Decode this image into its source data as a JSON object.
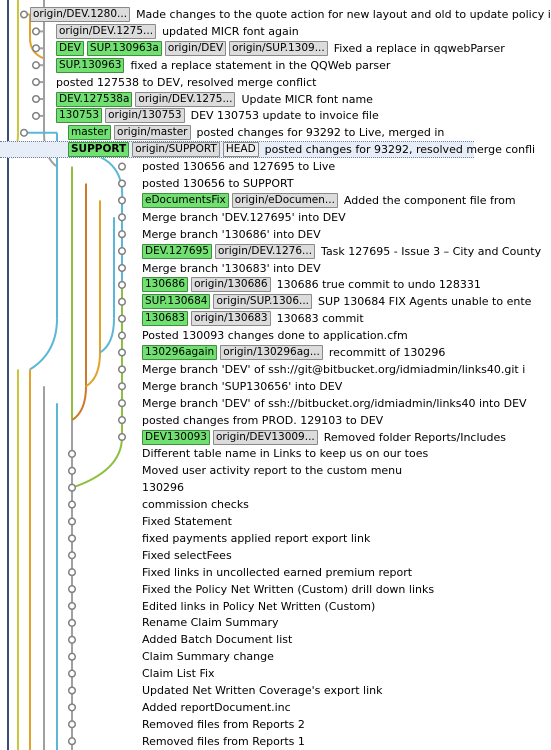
{
  "colors": {
    "lane0": "#3a4d7a",
    "lane1": "#c8c83a",
    "lane2": "#e3a22a",
    "lane3": "#a0a0a0",
    "lane4": "#5ab7d8",
    "lane5": "#8fbf3f",
    "lane6": "#cc7a2a",
    "dot": "#808080",
    "local_branch": "#70e070",
    "remote_branch": "#dcdcdc",
    "selected_row": "#e8eef8"
  },
  "commits": [
    {
      "lane": 2,
      "refs": [
        {
          "kind": "remote",
          "label": "origin/DEV.1280..."
        }
      ],
      "message": "Made changes to the quote action for new layout and old to update policy i"
    },
    {
      "lane": 3,
      "refs": [
        {
          "kind": "remote",
          "label": "origin/DEV.1275..."
        }
      ],
      "message": "updated MICR font again"
    },
    {
      "lane": 3,
      "refs": [
        {
          "kind": "local",
          "label": "DEV"
        },
        {
          "kind": "local",
          "label": "SUP.130963a"
        },
        {
          "kind": "remote",
          "label": "origin/DEV"
        },
        {
          "kind": "remote",
          "label": "origin/SUP.1309..."
        }
      ],
      "message": "Fixed a replace in qqwebParser"
    },
    {
      "lane": 3,
      "refs": [
        {
          "kind": "local",
          "label": "SUP.130963"
        }
      ],
      "message": "fixed a replace statement in the QQWeb parser"
    },
    {
      "lane": 3,
      "refs": [],
      "message": "posted 127538 to DEV, resolved merge conflict"
    },
    {
      "lane": 3,
      "refs": [
        {
          "kind": "local",
          "label": "DEV.127538a"
        },
        {
          "kind": "remote",
          "label": "origin/DEV.1275..."
        }
      ],
      "message": "Update MICR font name"
    },
    {
      "lane": 3,
      "refs": [
        {
          "kind": "local",
          "label": "130753"
        },
        {
          "kind": "remote",
          "label": "origin/130753"
        }
      ],
      "message": "DEV 130753 update to invoice file"
    },
    {
      "lane": 4,
      "refs": [
        {
          "kind": "local",
          "label": "master"
        },
        {
          "kind": "remote",
          "label": "origin/master"
        }
      ],
      "message": "posted changes for 93292 to Live, merged in"
    },
    {
      "lane": 4,
      "selected": true,
      "refs": [
        {
          "kind": "current",
          "label": "SUPPORT"
        },
        {
          "kind": "remote",
          "label": "origin/SUPPORT"
        },
        {
          "kind": "head",
          "label": "HEAD"
        }
      ],
      "message": "posted changes for 93292, resolved merge confli"
    },
    {
      "lane": 5,
      "refs": [],
      "message": "posted 130656 and 127695 to Live"
    },
    {
      "lane": 5,
      "refs": [],
      "message": "posted 130656 to SUPPORT"
    },
    {
      "lane": 5,
      "refs": [
        {
          "kind": "local",
          "label": "eDocumentsFix"
        },
        {
          "kind": "remote",
          "label": "origin/eDocumen..."
        }
      ],
      "message": "Added the component file from"
    },
    {
      "lane": 5,
      "refs": [],
      "message": "Merge branch 'DEV.127695' into DEV"
    },
    {
      "lane": 5,
      "refs": [],
      "message": "Merge branch '130686' into DEV"
    },
    {
      "lane": 5,
      "refs": [
        {
          "kind": "local",
          "label": "DEV.127695"
        },
        {
          "kind": "remote",
          "label": "origin/DEV.1276..."
        }
      ],
      "message": "Task 127695 - Issue 3 – City and County"
    },
    {
      "lane": 5,
      "refs": [],
      "message": "Merge branch '130683' into DEV"
    },
    {
      "lane": 5,
      "refs": [
        {
          "kind": "local",
          "label": "130686"
        },
        {
          "kind": "remote",
          "label": "origin/130686"
        }
      ],
      "message": "130686 true commit to undo 128331"
    },
    {
      "lane": 5,
      "refs": [
        {
          "kind": "local",
          "label": "SUP.130684"
        },
        {
          "kind": "remote",
          "label": "origin/SUP.1306..."
        }
      ],
      "message": "SUP 130684  FIX Agents unable to ente"
    },
    {
      "lane": 5,
      "refs": [
        {
          "kind": "local",
          "label": "130683"
        },
        {
          "kind": "remote",
          "label": "origin/130683"
        }
      ],
      "message": "130683 commit"
    },
    {
      "lane": 5,
      "refs": [],
      "message": "Posted 130093 changes done to application.cfm"
    },
    {
      "lane": 5,
      "refs": [
        {
          "kind": "local",
          "label": "130296again"
        },
        {
          "kind": "remote",
          "label": "origin/130296ag..."
        }
      ],
      "message": "recommitt of 130296"
    },
    {
      "lane": 5,
      "refs": [],
      "message": "Merge branch 'DEV' of ssh://git@bitbucket.org/idmiadmin/links40.git i"
    },
    {
      "lane": 5,
      "refs": [],
      "message": "Merge branch 'SUP130656' into DEV"
    },
    {
      "lane": 5,
      "refs": [],
      "message": "Merge branch 'DEV' of ssh://bitbucket.org/idmiadmin/links40 into DEV"
    },
    {
      "lane": 5,
      "refs": [],
      "message": "posted changes from PROD. 129103 to DEV"
    },
    {
      "lane": 5,
      "refs": [
        {
          "kind": "local",
          "label": "DEV130093"
        },
        {
          "kind": "remote",
          "label": "origin/DEV13009..."
        }
      ],
      "message": "Removed folder Reports/Includes"
    },
    {
      "lane": 5,
      "refs": [],
      "message": "Different table name in Links to keep us on our toes"
    },
    {
      "lane": 5,
      "refs": [],
      "message": "Moved user activity report to the custom menu"
    },
    {
      "lane": 5,
      "refs": [],
      "message": "130296"
    },
    {
      "lane": 5,
      "refs": [],
      "message": "commission checks"
    },
    {
      "lane": 5,
      "refs": [],
      "message": "Fixed Statement"
    },
    {
      "lane": 5,
      "refs": [],
      "message": "fixed payments applied report export link"
    },
    {
      "lane": 5,
      "refs": [],
      "message": "Fixed selectFees"
    },
    {
      "lane": 5,
      "refs": [],
      "message": "Fixed links in uncollected earned premium report"
    },
    {
      "lane": 5,
      "refs": [],
      "message": "Fixed the Policy Net Written (Custom) drill down links"
    },
    {
      "lane": 5,
      "refs": [],
      "message": "Edited links in Policy Net Written (Custom)"
    },
    {
      "lane": 5,
      "refs": [],
      "message": "Rename Claim Summary"
    },
    {
      "lane": 5,
      "refs": [],
      "message": "Added Batch Document list"
    },
    {
      "lane": 5,
      "refs": [],
      "message": "Claim Summary change"
    },
    {
      "lane": 5,
      "refs": [],
      "message": "Claim List Fix"
    },
    {
      "lane": 5,
      "refs": [],
      "message": "Updated Net Written Coverage's export link"
    },
    {
      "lane": 5,
      "refs": [],
      "message": "Added reportDocument.inc"
    },
    {
      "lane": 5,
      "refs": [],
      "message": "Removed files from Reports 2"
    },
    {
      "lane": 5,
      "refs": [],
      "message": "Removed files from Reports 1"
    }
  ]
}
